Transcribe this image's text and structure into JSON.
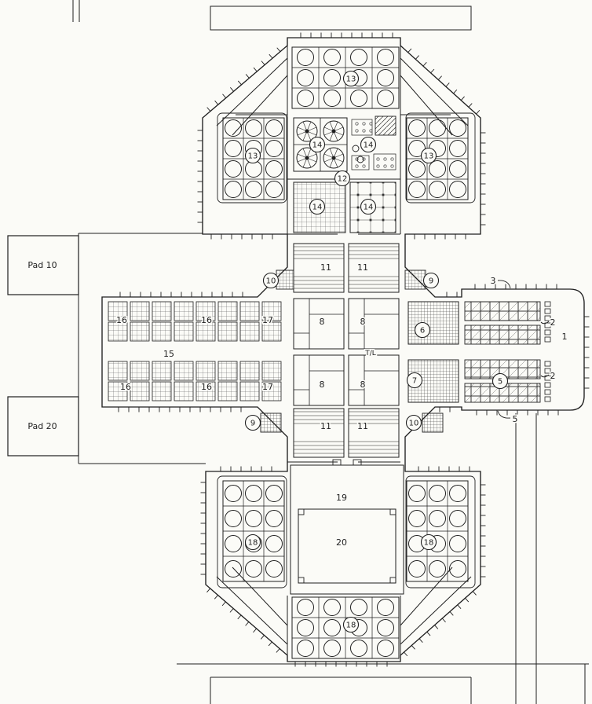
{
  "colors": {
    "ink": "#1f1f1f",
    "paper": "#fbfbf7"
  },
  "pads": {
    "pad10": "Pad 10",
    "pad20": "Pad 20"
  },
  "center": {
    "tl": "T/L"
  },
  "callouts": {
    "c13_pier": "13",
    "c13_left": "13",
    "c13_right": "13",
    "c14_a": "14",
    "c14_b": "14",
    "c14_c": "14",
    "c14_d": "14",
    "c12": "12",
    "c10_nw": "10",
    "c9_ne": "9",
    "c9_sw": "9",
    "c10_se": "10",
    "c6": "6",
    "c7": "7",
    "c5": "5",
    "c18_left": "18",
    "c18_right": "18",
    "c18_pier": "18",
    "n11_a": "11",
    "n11_b": "11",
    "n11_c": "11",
    "n11_d": "11",
    "n8_a": "8",
    "n8_b": "8",
    "n8_c": "8",
    "n8_d": "8",
    "n16_a": "16",
    "n16_b": "16",
    "n16_c": "16",
    "n16_d": "16",
    "n17_a": "17",
    "n17_b": "17",
    "n15": "15",
    "n19": "19",
    "n20": "20",
    "n1": "1",
    "n2_a": "2",
    "n2_b": "2",
    "n3": "3",
    "n5": "5"
  }
}
